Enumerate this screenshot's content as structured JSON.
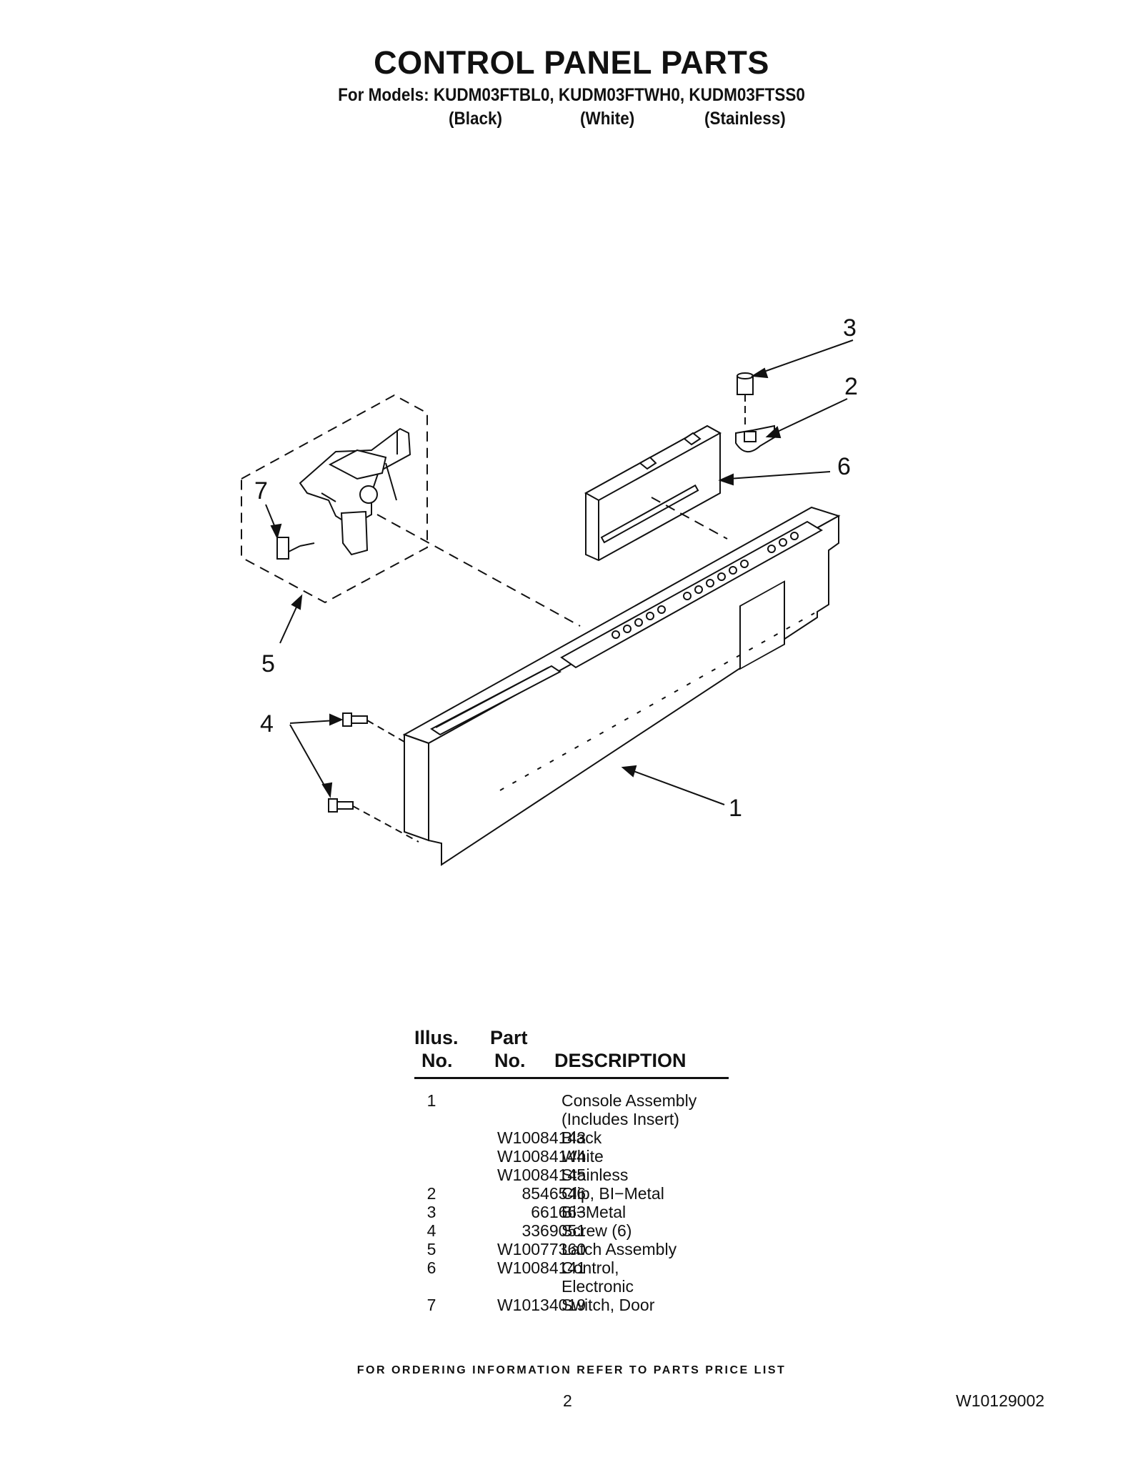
{
  "header": {
    "title": "CONTROL PANEL PARTS",
    "models_line": "For Models: KUDM03FTBL0, KUDM03FTWH0, KUDM03FTSS0",
    "color_black": "(Black)",
    "color_white": "(White)",
    "color_stainless": "(Stainless)"
  },
  "diagram": {
    "callouts": [
      "1",
      "2",
      "3",
      "4",
      "5",
      "6",
      "7"
    ]
  },
  "parts_table": {
    "header_illus_1": "Illus.",
    "header_illus_2": "No.",
    "header_part_1": "Part",
    "header_part_2": "No.",
    "header_desc": "DESCRIPTION",
    "rows": [
      {
        "illus": "1",
        "part": "",
        "desc": "Console Assembly"
      },
      {
        "illus": "",
        "part": "",
        "desc": "(Includes Insert)"
      },
      {
        "illus": "",
        "part": "W10084143",
        "desc": "Black"
      },
      {
        "illus": "",
        "part": "W10084144",
        "desc": "White"
      },
      {
        "illus": "",
        "part": "W10084145",
        "desc": "Stainless"
      },
      {
        "illus": "2",
        "part": "8546546",
        "desc": "Clip, BI−Metal"
      },
      {
        "illus": "3",
        "part": "661663",
        "desc": "Bi−Metal"
      },
      {
        "illus": "4",
        "part": "3369051",
        "desc": "Screw (6)"
      },
      {
        "illus": "5",
        "part": "W10077360",
        "desc": "Latch Assembly"
      },
      {
        "illus": "6",
        "part": "W10084141",
        "desc": "Control,"
      },
      {
        "illus": "",
        "part": "",
        "desc": "Electronic"
      },
      {
        "illus": "7",
        "part": "W10134019",
        "desc": "Switch, Door"
      }
    ]
  },
  "footer": {
    "ordering_note": "FOR ORDERING INFORMATION REFER TO PARTS PRICE LIST",
    "page_number": "2",
    "document_number": "W10129002"
  }
}
